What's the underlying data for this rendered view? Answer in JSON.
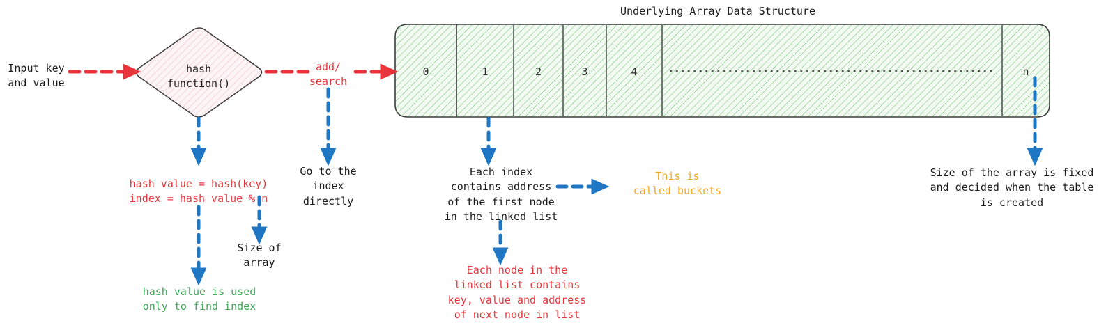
{
  "diagram": {
    "title": "Underlying Array Data Structure",
    "colors": {
      "red": "#e8353b",
      "blue": "#1f77c4",
      "green": "#3aa757",
      "orange": "#f5a623",
      "dark": "#1b1b1b",
      "cell_fill": "#f0f8f0",
      "cell_hatch": "#4caf50",
      "diamond_fill": "#fdf3f3",
      "diamond_hatch": "#e8a0a0",
      "cell_border": "#6f7b72"
    },
    "input_label": "Input key\nand value",
    "hash_node": "hash\nfunction()",
    "add_search_label": "add/\nsearch",
    "array": {
      "cells": [
        {
          "label": "0"
        },
        {
          "label": "1"
        },
        {
          "label": "2"
        },
        {
          "label": "3"
        },
        {
          "label": "4"
        },
        {
          "label": ""
        },
        {
          "label": "n"
        }
      ]
    },
    "notes": {
      "hash_formula": "hash value = hash(key)\nindex = hash value % n",
      "size_of_array": "Size of\narray",
      "hash_used": "hash value is used\nonly to find index",
      "go_to_index": "Go to the\nindex\ndirectly",
      "each_index": "Each index\ncontains address\nof the first node\nin the linked list",
      "buckets": "This is\ncalled buckets",
      "each_node": "Each node in the\nlinked list contains\nkey, value and address\nof next node in list",
      "array_fixed": "Size of the array is fixed\nand decided when the table\nis created"
    }
  }
}
